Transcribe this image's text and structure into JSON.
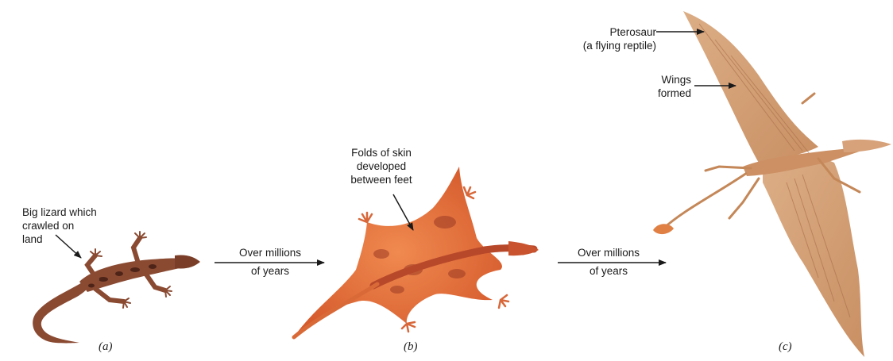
{
  "stages": [
    {
      "caption": "(a)",
      "label_lines": [
        "Big lizard which",
        "crawled on",
        "land"
      ]
    },
    {
      "caption": "(b)",
      "label_lines": [
        "Folds of skin",
        "developed",
        "between feet"
      ]
    },
    {
      "caption": "(c)",
      "labels": [
        {
          "lines": [
            "Pterosaur",
            "(a flying reptile)"
          ]
        },
        {
          "lines": [
            "Wings",
            "formed"
          ]
        }
      ]
    }
  ],
  "transitions": [
    {
      "lines": [
        "Over millions",
        "of years"
      ]
    },
    {
      "lines": [
        "Over millions",
        "of years"
      ]
    }
  ],
  "colors": {
    "lizard_body": "#8a4a32",
    "lizard_dark": "#4e2418",
    "glider_body": "#e0703c",
    "glider_dark": "#9c3a24",
    "pterosaur_wing": "#d9a478",
    "pterosaur_dark": "#a86e48",
    "arrow": "#1a1a1a"
  }
}
